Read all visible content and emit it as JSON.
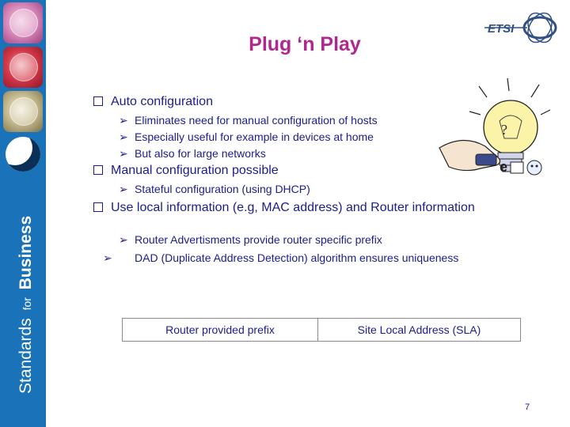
{
  "sidebar": {
    "vertical_text": {
      "part1": "Standards",
      "part2": "for",
      "part3": "Business"
    }
  },
  "logo": {
    "text": "ETSI"
  },
  "title": "Plug ‘n Play",
  "bullets": [
    {
      "text": "Auto configuration",
      "subs": [
        "Eliminates need for manual configuration of hosts",
        "Especially useful for example in devices at home",
        "But also for large networks"
      ]
    },
    {
      "text": "Manual configuration possible",
      "subs": [
        "Stateful configuration (using DHCP)"
      ]
    },
    {
      "text": "Use local information (e.g, MAC address) and Router information",
      "subs": [
        "Router Advertisments provide router specific prefix",
        "DAD (Duplicate Address Detection) algorithm ensures uniqueness"
      ]
    }
  ],
  "address_boxes": [
    "Router provided prefix",
    "Site Local Address (SLA)"
  ],
  "page_number": "7",
  "colors": {
    "sidebar": "#1a72b8",
    "title": "#b0288b",
    "text": "#1c1c8c"
  }
}
